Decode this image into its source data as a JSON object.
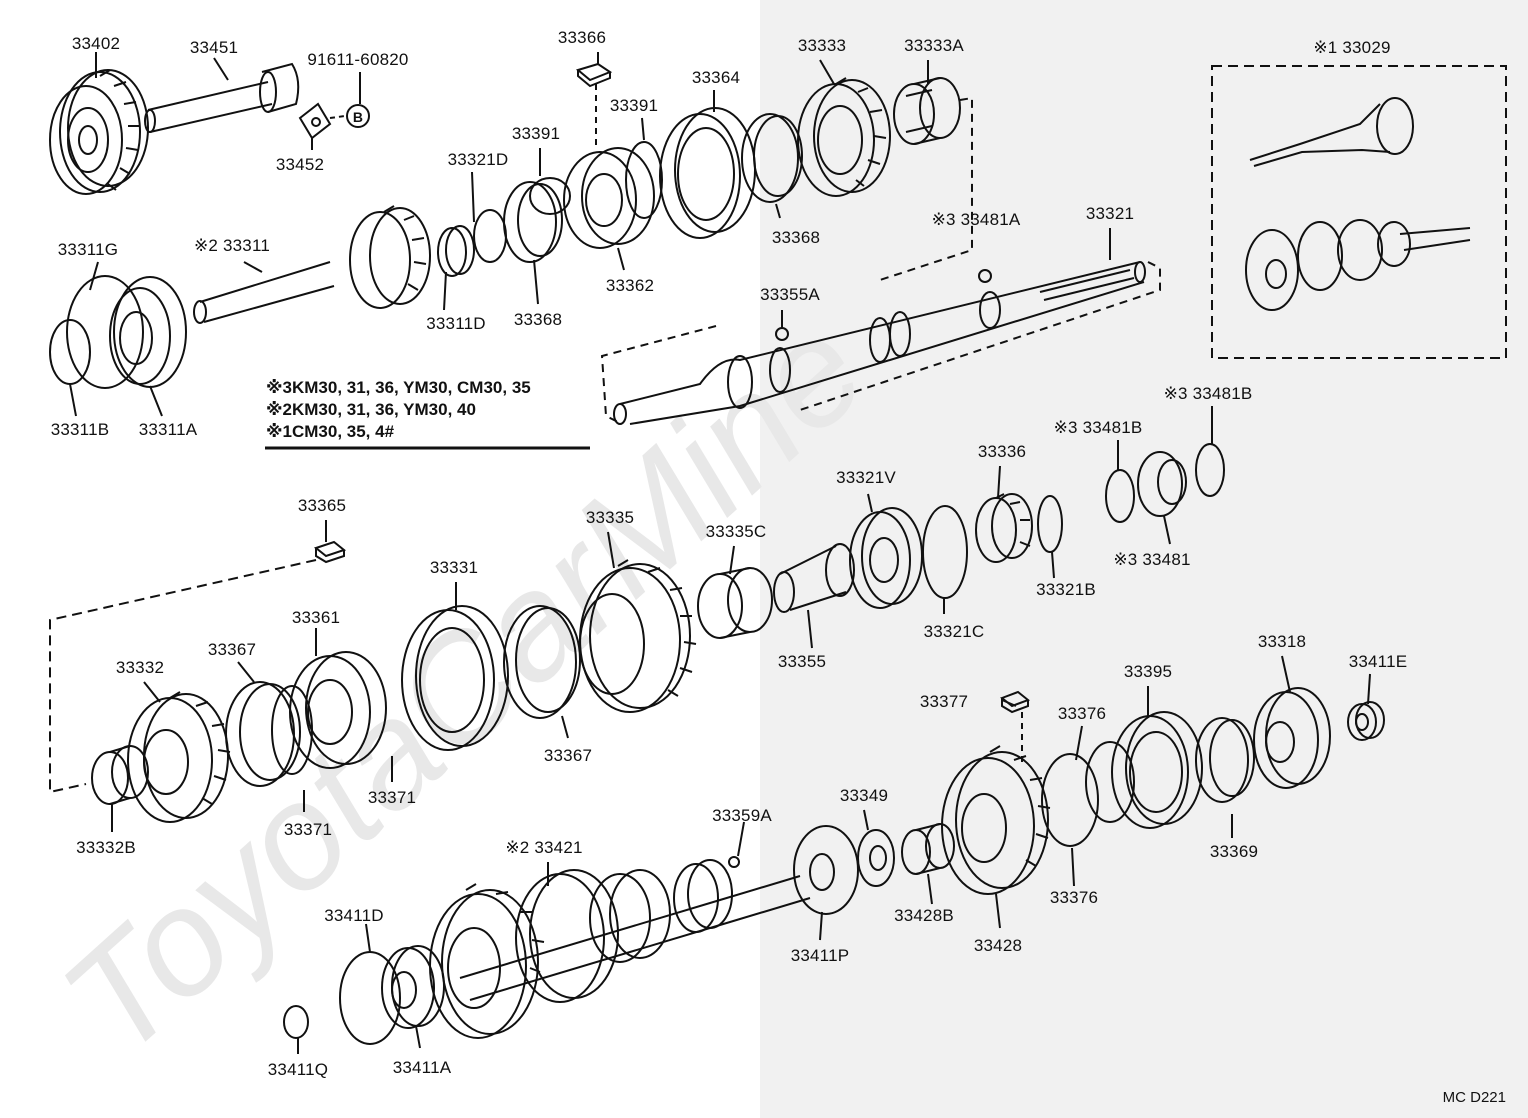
{
  "diagram": {
    "watermark": "ToyotaCarMine",
    "drawing_code": "MC D221",
    "notes": [
      "※3KM30, 31, 36, YM30, CM30, 35",
      "※2KM30, 31, 36, YM30, 40",
      "※1CM30, 35, 4#"
    ],
    "labels": {
      "p33402": "33402",
      "p33451": "33451",
      "p91611": "91611-60820",
      "p33452": "33452",
      "p33366": "33366",
      "p33391a": "33391",
      "p33391b": "33391",
      "p33364": "33364",
      "p33333": "33333",
      "p33333A": "33333A",
      "p33029": "※1 33029",
      "p33321D": "33321D",
      "p33311G": "33311G",
      "p33311": "※2 33311",
      "p33311D": "33311D",
      "p33368a": "33368",
      "p33362": "33362",
      "p33368b": "33368",
      "p33481A": "※3 33481A",
      "p33321": "33321",
      "p33355A": "33355A",
      "p33311B": "33311B",
      "p33311A": "33311A",
      "p33481Bb": "※3 33481B",
      "p33481Ba": "※3 33481B",
      "p33336": "33336",
      "p33321V": "33321V",
      "p33481": "※3 33481",
      "p33365": "33365",
      "p33335": "33335",
      "p33335C": "33335C",
      "p33321B": "33321B",
      "p33331": "33331",
      "p33361": "33361",
      "p33367a": "33367",
      "p33332": "33332",
      "p33321C": "33321C",
      "p33355": "33355",
      "p33318": "33318",
      "p33411E": "33411E",
      "p33395": "33395",
      "p33377": "33377",
      "p33376a": "33376",
      "p33367b": "33367",
      "p33371a": "33371",
      "p33371b": "33371",
      "p33332B": "33332B",
      "p33359A": "33359A",
      "p33349": "33349",
      "p33369": "33369",
      "p33421": "※2 33421",
      "p33376b": "33376",
      "p33428B": "33428B",
      "p33428": "33428",
      "p33411D": "33411D",
      "p33411P": "33411P",
      "p33411Q": "33411Q",
      "p33411A": "33411A",
      "bolt_letter": "B"
    }
  }
}
